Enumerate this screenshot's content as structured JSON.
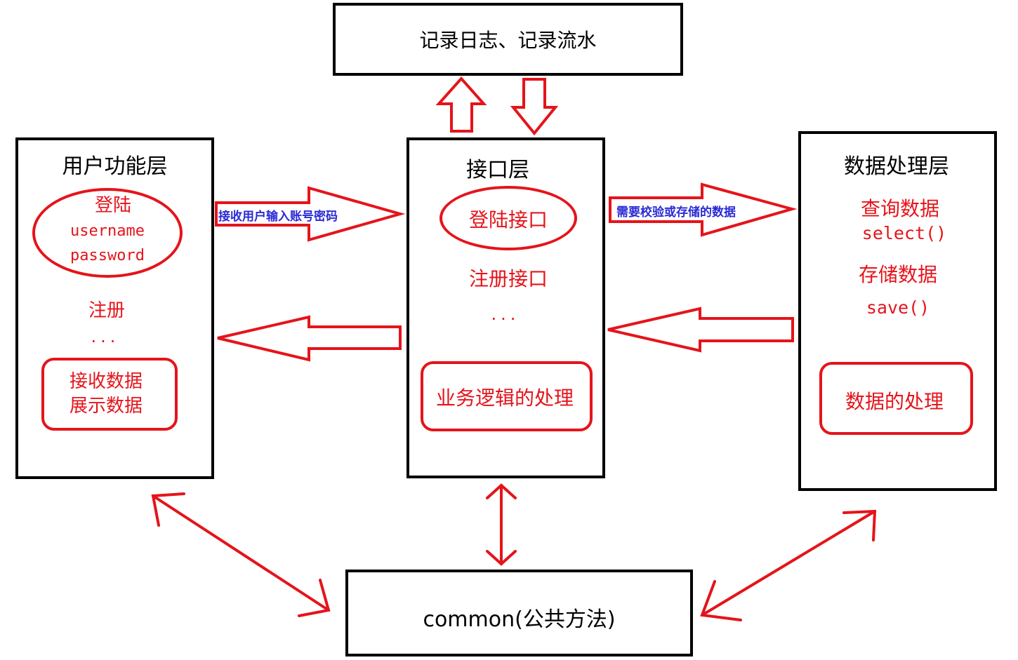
{
  "log_box": {
    "title": "记录日志、记录流水"
  },
  "common_box": {
    "title": "common(公共方法)"
  },
  "user_layer": {
    "title": "用户功能层",
    "login": "登陆",
    "username": "username",
    "password": "password",
    "register": "注册",
    "ellipsis": "...",
    "receive_data": "接收数据",
    "show_data": "展示数据"
  },
  "interface_layer": {
    "title": "接口层",
    "login_interface": "登陆接口",
    "register_interface": "注册接口",
    "ellipsis": "...",
    "business_logic": "业务逻辑的处理"
  },
  "data_layer": {
    "title": "数据处理层",
    "query": "查询数据",
    "select": "select()",
    "store": "存储数据",
    "save": "save()",
    "processing": "数据的处理"
  },
  "arrow_labels": {
    "user_to_interface": "接收用户输入账号密码",
    "interface_to_data": "需要校验或存储的数据"
  },
  "colors": {
    "accent": "#e5141b",
    "label_blue": "#2b2bd6",
    "border": "#000000"
  }
}
